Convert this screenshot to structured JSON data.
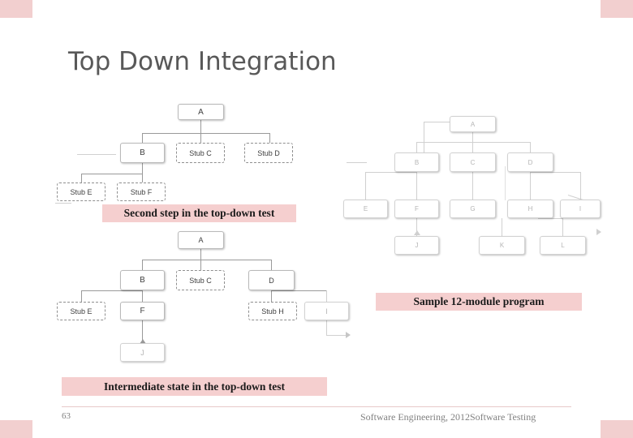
{
  "slide": {
    "title": "Top Down Integration",
    "page_number": "63",
    "footer": "Software Engineering,  2012Software Testing"
  },
  "captions": {
    "second_step": "Second step in the top-down test",
    "sample_program": "Sample 12-module program",
    "intermediate": "Intermediate state in the top-down test"
  },
  "diagrams": {
    "second_step": {
      "nodes": [
        {
          "id": "A",
          "label": "A",
          "kind": "module"
        },
        {
          "id": "B",
          "label": "B",
          "kind": "module"
        },
        {
          "id": "C",
          "label": "Stub C",
          "kind": "stub"
        },
        {
          "id": "D",
          "label": "Stub D",
          "kind": "stub"
        },
        {
          "id": "E",
          "label": "Stub E",
          "kind": "stub"
        },
        {
          "id": "F",
          "label": "Stub F",
          "kind": "stub"
        }
      ]
    },
    "sample_program": {
      "nodes": [
        {
          "id": "A",
          "label": "A",
          "kind": "module"
        },
        {
          "id": "B",
          "label": "B",
          "kind": "module"
        },
        {
          "id": "C",
          "label": "C",
          "kind": "module"
        },
        {
          "id": "D",
          "label": "D",
          "kind": "module"
        },
        {
          "id": "E",
          "label": "E",
          "kind": "module"
        },
        {
          "id": "F",
          "label": "F",
          "kind": "module"
        },
        {
          "id": "G",
          "label": "G",
          "kind": "module"
        },
        {
          "id": "H",
          "label": "H",
          "kind": "module"
        },
        {
          "id": "I",
          "label": "I",
          "kind": "module"
        },
        {
          "id": "J",
          "label": "J",
          "kind": "module"
        },
        {
          "id": "K",
          "label": "K",
          "kind": "module"
        },
        {
          "id": "L",
          "label": "L",
          "kind": "module"
        }
      ]
    },
    "intermediate": {
      "nodes": [
        {
          "id": "A",
          "label": "A",
          "kind": "module"
        },
        {
          "id": "B",
          "label": "B",
          "kind": "module"
        },
        {
          "id": "C",
          "label": "Stub C",
          "kind": "stub"
        },
        {
          "id": "D",
          "label": "D",
          "kind": "module"
        },
        {
          "id": "E",
          "label": "Stub E",
          "kind": "stub"
        },
        {
          "id": "F",
          "label": "F",
          "kind": "module"
        },
        {
          "id": "H",
          "label": "Stub H",
          "kind": "stub"
        },
        {
          "id": "I",
          "label": "I",
          "kind": "module"
        },
        {
          "id": "J",
          "label": "J",
          "kind": "module"
        }
      ]
    }
  },
  "colors": {
    "accent": "#f2cfcf",
    "title": "#595959",
    "footer": "#808080",
    "node_border": "#b9b9b9"
  }
}
